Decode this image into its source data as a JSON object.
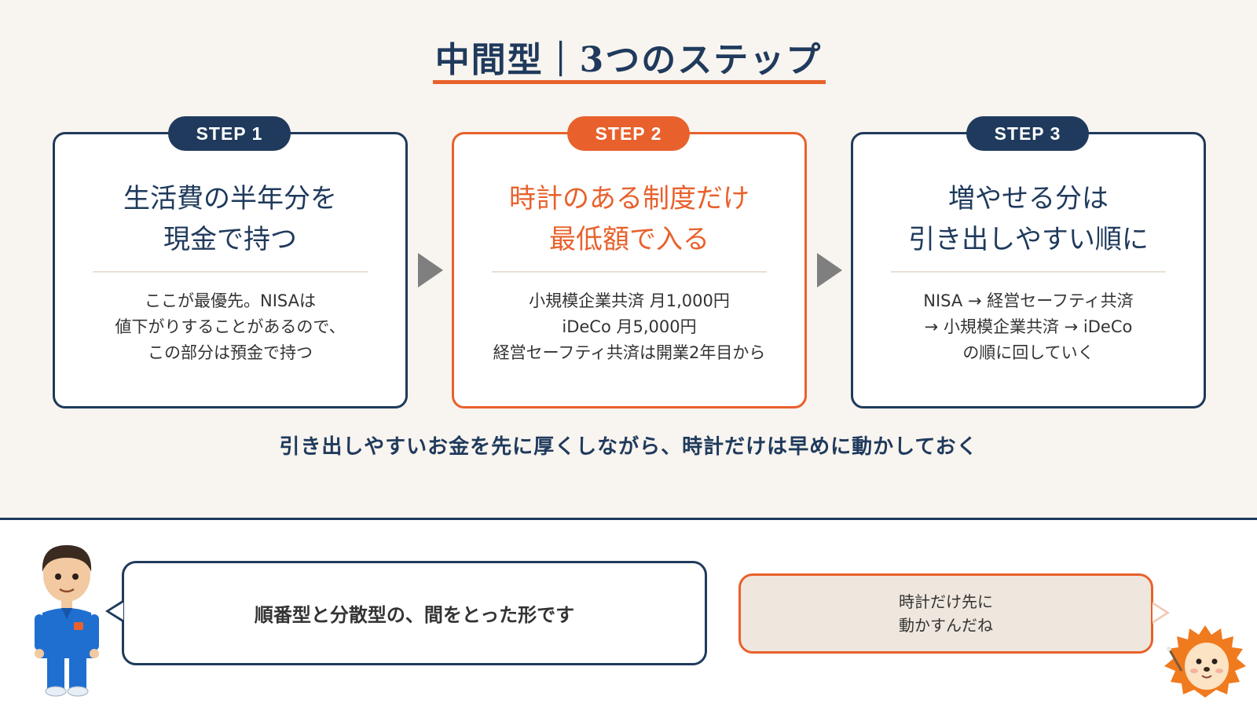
{
  "title": "中間型｜3つのステップ",
  "steps": [
    {
      "badge": "STEP 1",
      "heading_lines": [
        "生活費の半年分を",
        "現金で持つ"
      ],
      "body_lines": [
        "ここが最優先。NISAは",
        "値下がりすることがあるので、",
        "この部分は預金で持つ"
      ]
    },
    {
      "badge": "STEP 2",
      "heading_lines": [
        "時計のある制度だけ",
        "最低額で入る"
      ],
      "body_lines": [
        "小規模企業共済 月1,000円",
        "iDeCo 月5,000円",
        "経営セーフティ共済は開業2年目から"
      ]
    },
    {
      "badge": "STEP 3",
      "heading_lines": [
        "増やせる分は",
        "引き出しやすい順に"
      ],
      "body_lines": [
        "NISA → 経営セーフティ共済",
        "→ 小規模企業共済 → iDeCo",
        "の順に回していく"
      ]
    }
  ],
  "summary": "引き出しやすいお金を先に厚くしながら、時計だけは早めに動かしておく",
  "dialogue": {
    "left_text": "順番型と分散型の、間をとった形です",
    "right_lines": [
      "時計だけ先に",
      "動かすんだね"
    ]
  },
  "colors": {
    "navy": "#1f3a5c",
    "accent": "#e8612c",
    "background": "#f8f4ef",
    "arrow": "#7f7f7f"
  }
}
